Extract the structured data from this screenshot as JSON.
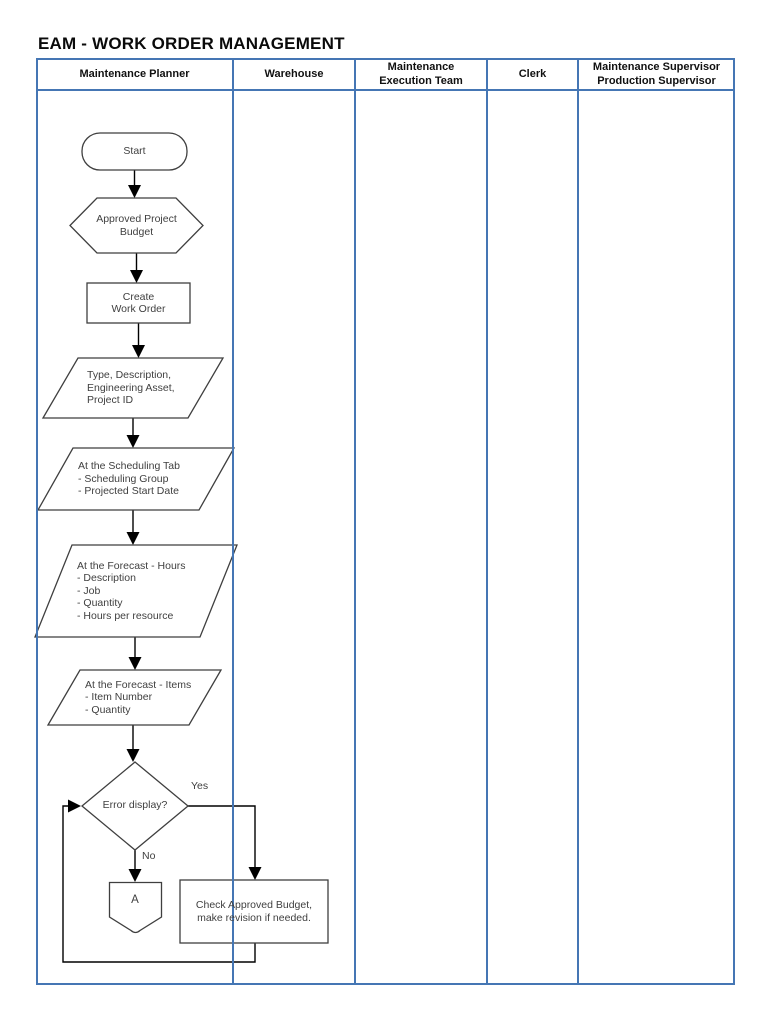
{
  "title": "EAM - WORK ORDER MANAGEMENT",
  "lanes": [
    {
      "label": "Maintenance Planner"
    },
    {
      "label": "Warehouse"
    },
    {
      "label": "Maintenance\nExecution Team"
    },
    {
      "label": "Clerk"
    },
    {
      "label": "Maintenance Supervisor\nProduction Supervisor"
    }
  ],
  "nodes": {
    "start": {
      "type": "terminator",
      "label": "Start"
    },
    "approved_project_budget": {
      "type": "hexagon",
      "label": "Approved Project\nBudget"
    },
    "create_work_order": {
      "type": "process",
      "label": "Create\nWork Order"
    },
    "work_order_fields": {
      "type": "data-parallelogram",
      "label": "Type, Description,\nEngineering Asset,\nProject ID"
    },
    "scheduling_tab": {
      "type": "data-parallelogram",
      "label": "At the Scheduling Tab\n- Scheduling Group\n- Projected Start Date"
    },
    "forecast_hours": {
      "type": "data-parallelogram",
      "label": "At the Forecast - Hours\n- Description\n- Job\n- Quantity\n- Hours per resource"
    },
    "forecast_items": {
      "type": "data-parallelogram",
      "label": "At the Forecast - Items\n- Item Number\n- Quantity"
    },
    "error_display": {
      "type": "decision",
      "label": "Error display?"
    },
    "connector_a": {
      "type": "off-page-connector",
      "label": "A"
    },
    "check_budget": {
      "type": "process",
      "label": "Check Approved Budget,\nmake revision if needed."
    }
  },
  "edges": {
    "yes_label": "Yes",
    "no_label": "No"
  },
  "colors": {
    "lane_border": "#4576b4",
    "shape_border": "#3f3f3f",
    "shape_text": "#404040",
    "connector": "#000000",
    "bg": "#ffffff"
  }
}
